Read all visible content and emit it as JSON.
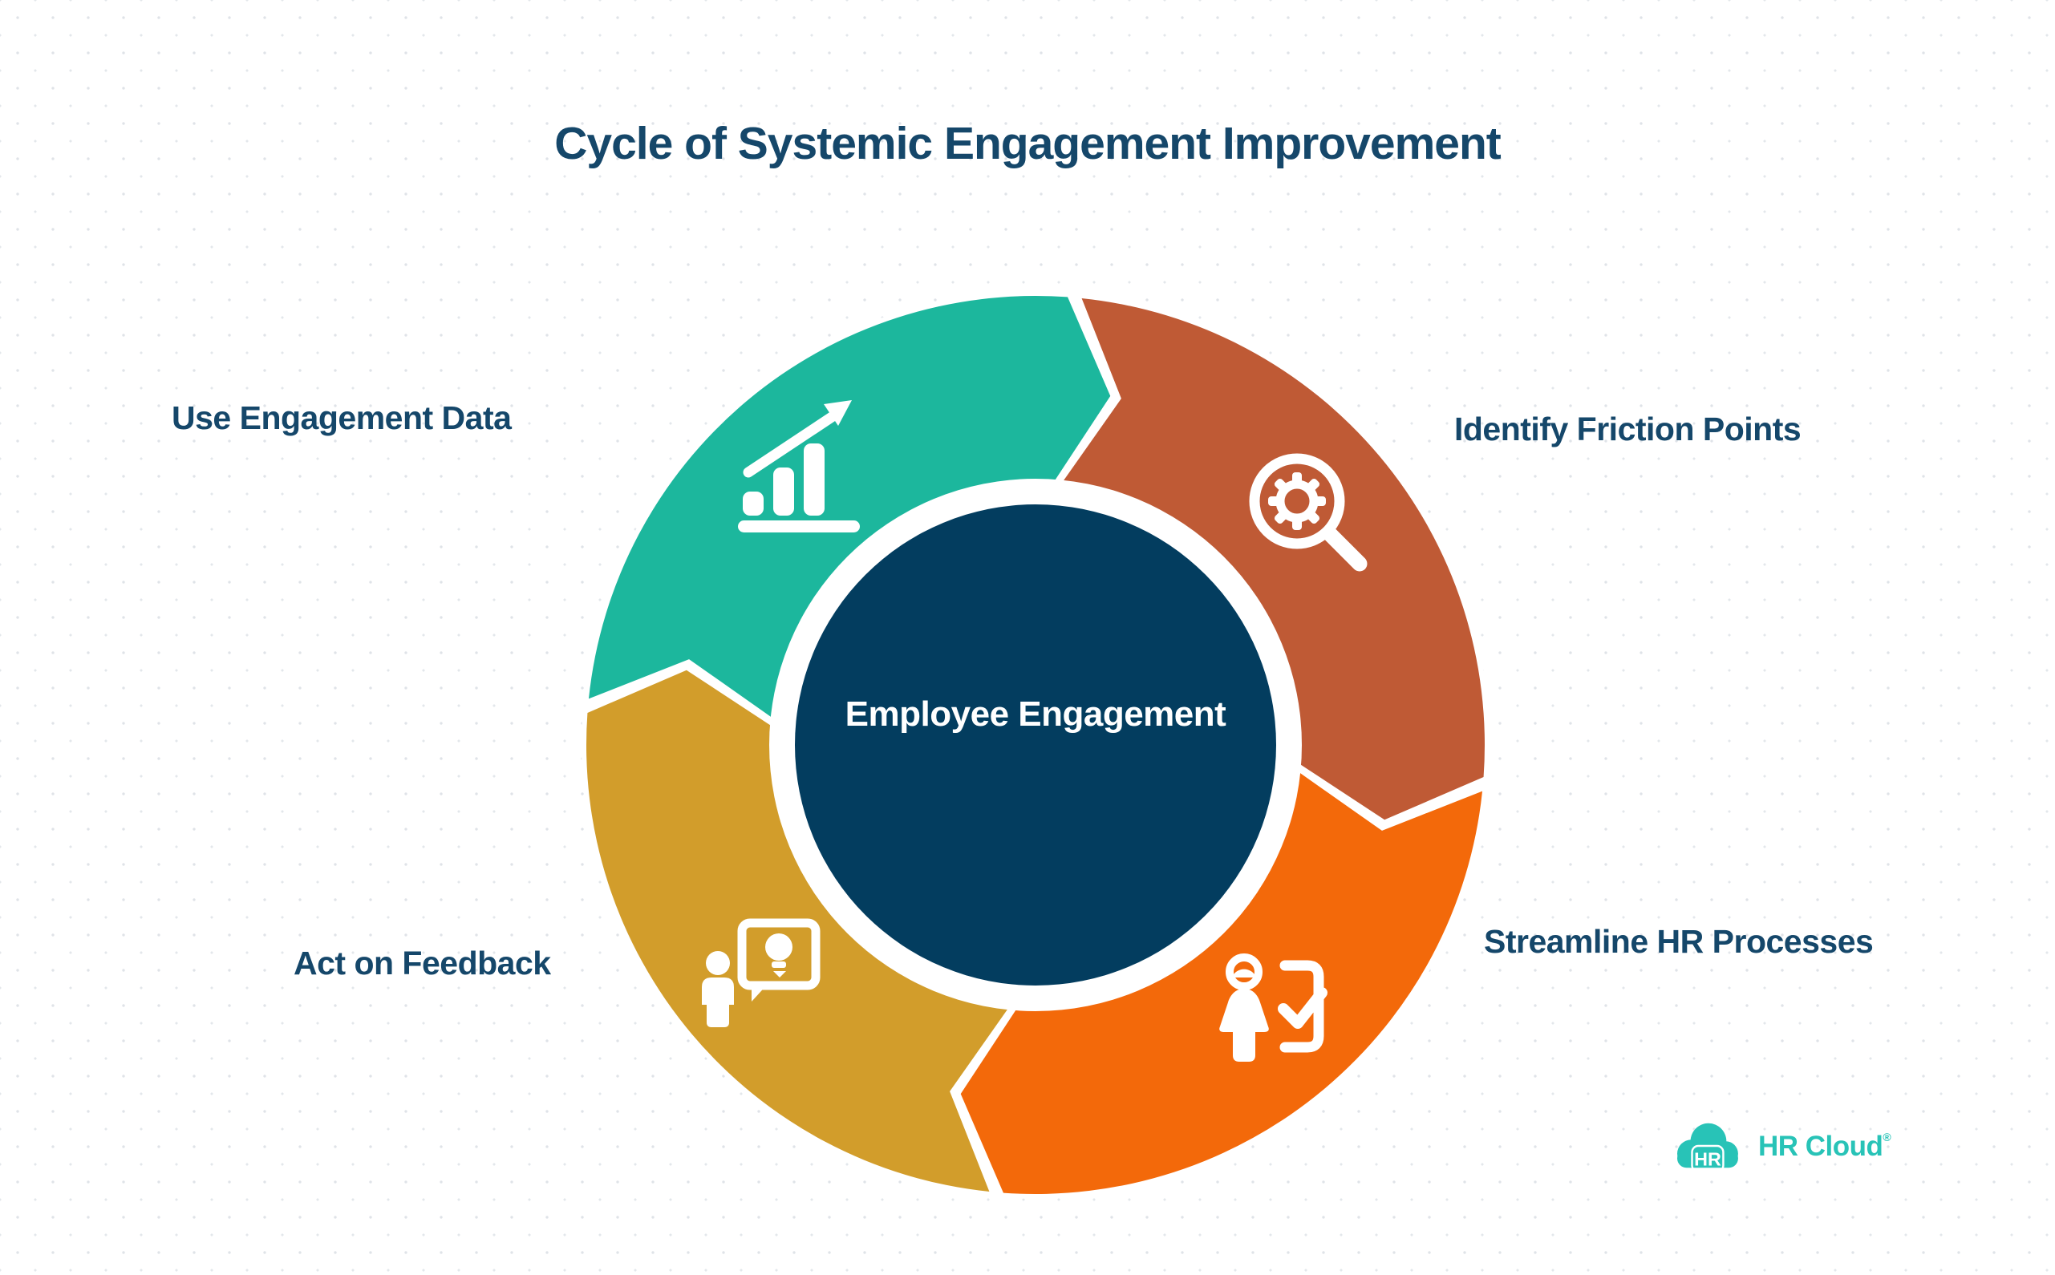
{
  "title": "Cycle of Systemic Engagement Improvement",
  "center_label": "Employee Engagement",
  "steps": [
    {
      "label": "Use Engagement Data",
      "color": "#1cb79d",
      "icon": "growth-chart-icon"
    },
    {
      "label": "Identify Friction Points",
      "color": "#bf5a35",
      "icon": "gear-magnifier-icon"
    },
    {
      "label": "Streamline HR Processes",
      "color": "#f3690a",
      "icon": "person-checklist-icon"
    },
    {
      "label": "Act on Feedback",
      "color": "#d29d2b",
      "icon": "person-feedback-icon"
    }
  ],
  "colors": {
    "center_circle": "#033d5f",
    "heading_text": "#15476a",
    "icon_white": "#ffffff",
    "ring_gap_white": "#ffffff",
    "logo_teal": "#28c3b7"
  },
  "logo": {
    "cloud_text": "HR",
    "brand_name": "HR Cloud",
    "registered_mark": "®"
  }
}
